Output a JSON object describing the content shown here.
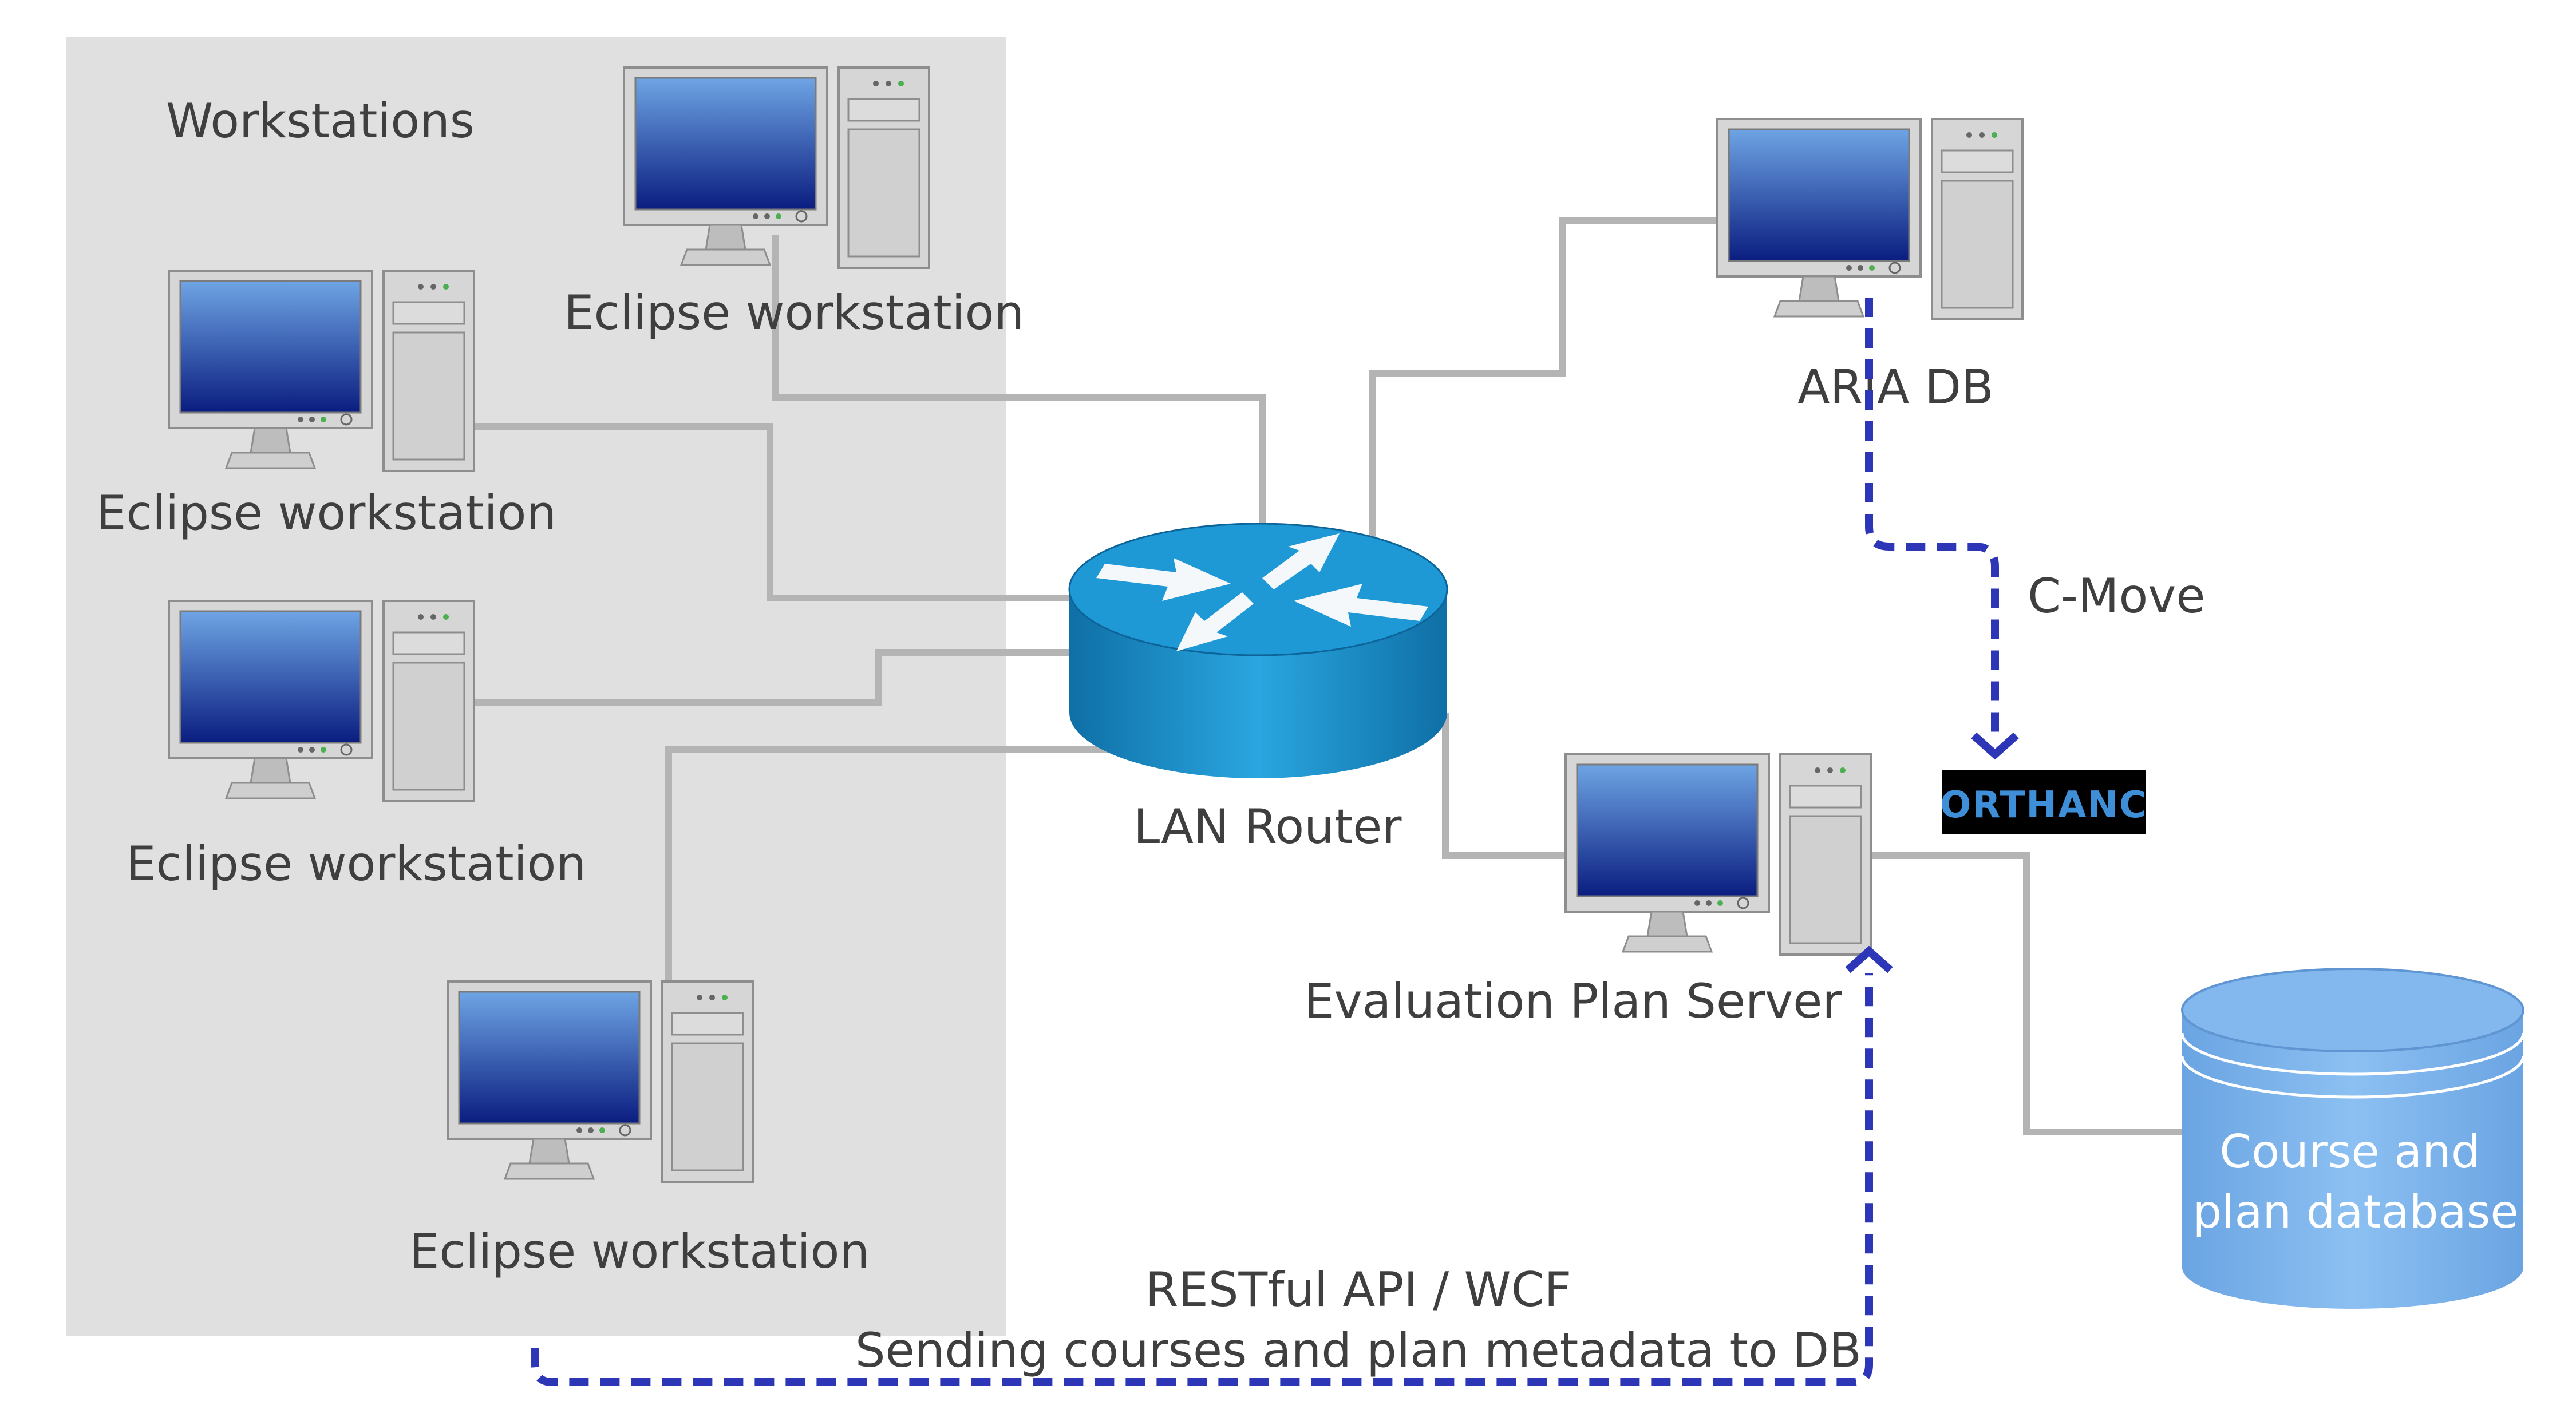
{
  "group": {
    "title": "Workstations",
    "fill": "#e0e0e0"
  },
  "nodes": {
    "ws_top": {
      "label": "Eclipse workstation"
    },
    "ws_1": {
      "label": "Eclipse workstation"
    },
    "ws_2": {
      "label": "Eclipse workstation"
    },
    "ws_3": {
      "label": "Eclipse workstation"
    },
    "router": {
      "label": "LAN Router",
      "color": "#1a8cc6"
    },
    "aria": {
      "label": "ARIA DB"
    },
    "eval_server": {
      "label": "Evaluation Plan Server"
    },
    "orthanc": {
      "logo_text": "ORTHANC"
    },
    "database": {
      "label_line1": "Course and",
      "label_line2": "plan database",
      "color": "#7fb3ea"
    }
  },
  "edges": {
    "cmove": {
      "label": "C-Move"
    },
    "rest": {
      "label_line1": "RESTful API / WCF",
      "label_line2": "Sending courses and plan metadata to DB"
    }
  },
  "colors": {
    "link": "#b4b4b4",
    "flow": "#2e36b8",
    "screen_top": "#5b96dc",
    "screen_bottom": "#0a1f82"
  }
}
